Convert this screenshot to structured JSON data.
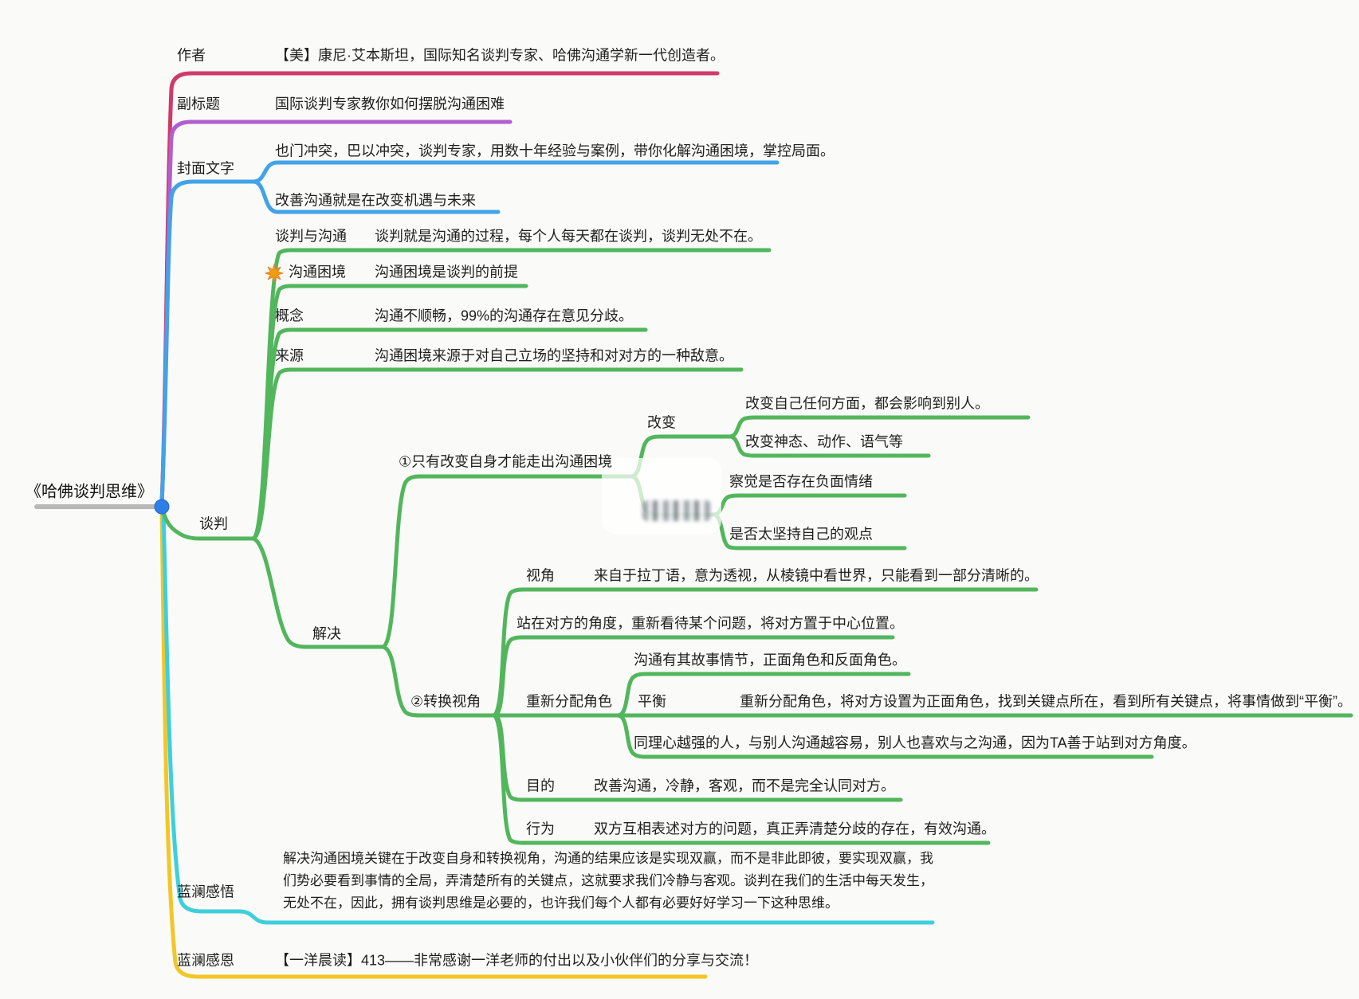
{
  "root": {
    "title": "《哈佛谈判思维》"
  },
  "colors": {
    "author": "#cf3a68",
    "subtitle": "#b05fd0",
    "cover": "#41a3e8",
    "negotiation": "#52b65c",
    "insight": "#3ecfdc",
    "thanks": "#f2c627",
    "center_line": "#b8b8b8",
    "center_dot": "#2f7fe8",
    "burst_icon": "#f39c12"
  },
  "branches": {
    "author": {
      "label": "作者",
      "text": "【美】康尼·艾本斯坦，国际知名谈判专家、哈佛沟通学新一代创造者。"
    },
    "subtitle": {
      "label": "副标题",
      "text": "国际谈判专家教你如何摆脱沟通困难"
    },
    "cover": {
      "label": "封面文字",
      "line1": "也门冲突，巴以冲突，谈判专家，用数十年经验与案例，带你化解沟通困境，掌控局面。",
      "line2": "改善沟通就是在改变机遇与未来"
    },
    "negotiation": {
      "label": "谈判",
      "comm": {
        "label": "谈判与沟通",
        "text": "谈判就是沟通的过程，每个人每天都在谈判，谈判无处不在。"
      },
      "dilemma": {
        "icon": "burst-icon",
        "label": "沟通困境",
        "text": "沟通困境是谈判的前提"
      },
      "concept": {
        "label": "概念",
        "text": "沟通不顺畅，99%的沟通存在意见分歧。"
      },
      "source": {
        "label": "来源",
        "text": "沟通困境来源于对自己立场的坚持和对对方的一种敌意。"
      },
      "solve": {
        "label": "解决",
        "s1": {
          "label": "①只有改变自身才能走出沟通困境",
          "change": {
            "label": "改变",
            "c1": "改变自己任何方面，都会影响到别人。",
            "c2": "改变神态、动作、语气等"
          },
          "awareness": {
            "c1": "察觉是否存在负面情绪",
            "c2": "是否太坚持自己的观点"
          }
        },
        "s2": {
          "label": "②转换视角",
          "view": {
            "label": "视角",
            "text": "来自于拉丁语，意为透视，从棱镜中看世界，只能看到一部分清晰的。"
          },
          "standpoint": "站在对方的角度，重新看待某个问题，将对方置于中心位置。",
          "roles": {
            "label": "重新分配角色",
            "story": "沟通有其故事情节，正面角色和反面角色。",
            "balance": {
              "label": "平衡",
              "text": "重新分配角色，将对方设置为正面角色，找到关键点所在，看到所有关键点，将事情做到“平衡”。"
            },
            "empathy": "同理心越强的人，与别人沟通越容易，别人也喜欢与之沟通，因为TA善于站到对方角度。"
          },
          "purpose": {
            "label": "目的",
            "text": "改善沟通，冷静，客观，而不是完全认同对方。"
          },
          "behavior": {
            "label": "行为",
            "text": "双方互相表述对方的问题，真正弄清楚分歧的存在，有效沟通。"
          }
        }
      }
    },
    "insight": {
      "label": "蓝澜感悟",
      "text": "解决沟通困境关键在于改变自身和转换视角，沟通的结果应该是实现双赢，而不是非此即彼，要实现双赢，我们势必要看到事情的全局，弄清楚所有的关键点，这就要求我们冷静与客观。谈判在我们的生活中每天发生，无处不在，因此，拥有谈判思维是必要的，也许我们每个人都有必要好好学习一下这种思维。"
    },
    "thanks": {
      "label": "蓝澜感恩",
      "text": "【一洋晨读】413——非常感谢一洋老师的付出以及小伙伴们的分享与交流！"
    }
  }
}
